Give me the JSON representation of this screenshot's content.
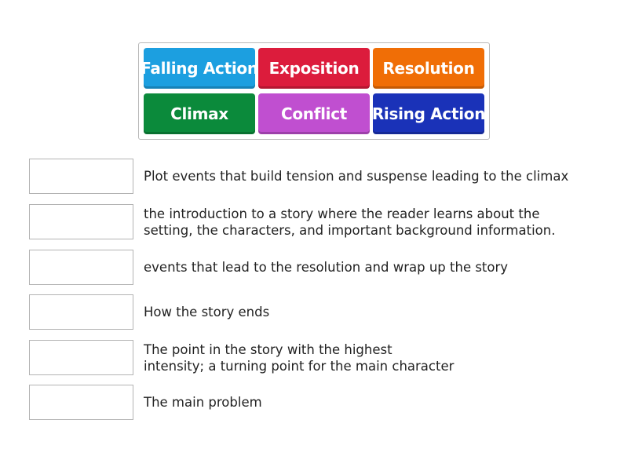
{
  "tiles": [
    {
      "label": "Falling Action",
      "color": "#1c9fe0"
    },
    {
      "label": "Exposition",
      "color": "#dc1c3c"
    },
    {
      "label": "Resolution",
      "color": "#f06e06"
    },
    {
      "label": "Climax",
      "color": "#0b8a3b"
    },
    {
      "label": "Conflict",
      "color": "#c04fd0"
    },
    {
      "label": "Rising Action",
      "color": "#1a32b8"
    }
  ],
  "definitions": [
    "Plot events that build tension and suspense leading to the climax",
    "the introduction to a story where the reader learns about the\nsetting, the characters, and important background information.",
    "events that lead to the resolution and wrap up the story",
    "How the story ends",
    "The point in the story with the highest\nintensity; a turning point for the main character",
    "The main problem"
  ]
}
